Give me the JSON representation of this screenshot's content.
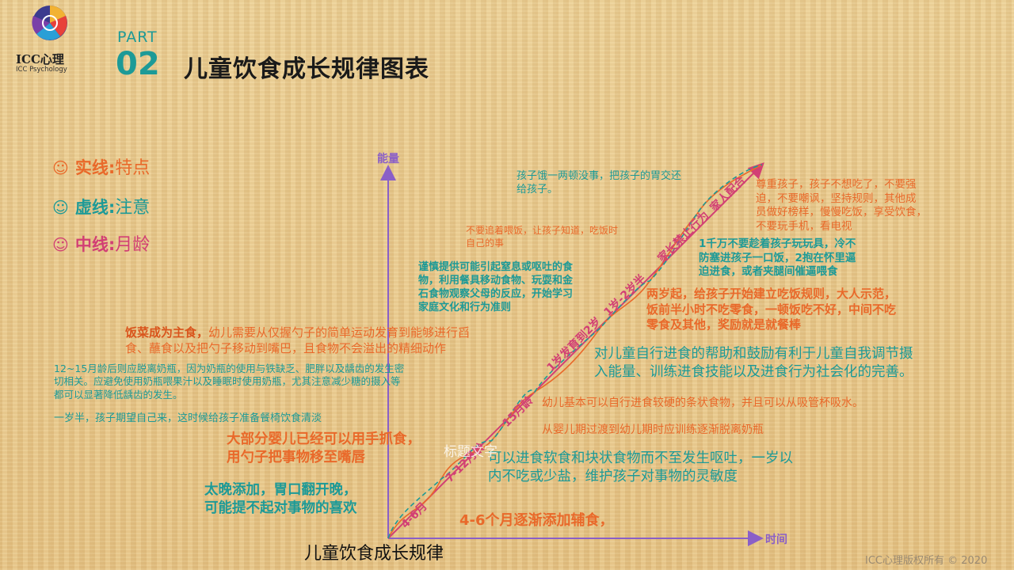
{
  "logo": {
    "name": "ICC心理",
    "sub": "ICC Psychology"
  },
  "header": {
    "part_label": "PART",
    "part_num": "02",
    "title": "儿童饮食成长规律图表"
  },
  "legend": [
    {
      "icon": "smiley-icon",
      "term": "实线",
      "meaning": "特点"
    },
    {
      "icon": "smiley-icon",
      "term": "虚线",
      "meaning": "注意"
    },
    {
      "icon": "smiley-icon",
      "term": "中线",
      "meaning": "月龄"
    }
  ],
  "axes": {
    "y_label": "能量",
    "x_label": "时间",
    "title": "儿童饮食成长规律"
  },
  "stages": [
    {
      "label": "4-6月"
    },
    {
      "label": "7-12月龄"
    },
    {
      "label": "15月龄"
    },
    {
      "label": "1岁发育到2岁"
    },
    {
      "label": "1岁-2岁半"
    },
    {
      "label": "家长禁止行为"
    },
    {
      "label": "家人配合"
    }
  ],
  "notes": {
    "n1": "孩子饿一两顿没事，把孩子的胃交还\n给孩子。",
    "n2": "尊重孩子，孩子不想吃了，不要强\n迫，不要嘲讽，坚持规则，其他成\n员做好榜样，慢慢吃饭，享受饮食，\n不要玩手机，看电视",
    "n3": "不要追着喂饭，让孩子知道，吃饭时\n自己的事",
    "n4": "1千万不要趁着孩子玩玩具，冷不\n防塞进孩子一口饭，2抱在怀里逼\n迫进食，或者夹腿间催逼喂食",
    "n5": "谨慎提供可能引起窒息或呕吐的食\n物，利用餐具移动食物、玩耍和金\n石食物观察父母的反应，开始学习\n家庭文化和行为准则",
    "n6": "两岁起，给孩子开始建立吃饭规则，大人示范，\n饭前半小时不吃零食，一顿饭吃不好，中间不吃\n零食及其他，奖励就是就餐棒",
    "n7_bold": "饭菜成为主食，",
    "n7_rest": "幼儿需要从仅握勺子的简单运动发育到能够进行舀\n食、蘸食以及把勺子移动到嘴巴，且食物不会溢出的精细动作",
    "n8": "对儿童自行进食的帮助和鼓励有利于儿童自我调节摄\n入能量、训练进食技能以及进食行为社会化的完善。",
    "n9": "12~15月龄后则应脱离奶瓶，因为奶瓶的使用与铁缺乏、肥胖以及龋齿的发生密\n切相关。应避免使用奶瓶喂果汁以及睡眠时使用奶瓶，尤其注意减少糖的摄入等\n都可以显著降低龋齿的发生。",
    "n10": "幼儿基本可以自行进食较硬的条状食物，并且可以从吸管杯吸水。",
    "n11": "一岁半，孩子期望自己来，这时候给孩子准备餐椅饮食清淡",
    "n12": "从婴儿期过渡到幼儿期时应训练逐渐脱离奶瓶",
    "n13": "大部分婴儿已经可以用手抓食，\n用勺子把事物移至嘴唇",
    "n14": "可以进食软食和块状食物而不至发生呕吐，一岁以\n内不吃或少盐，维护孩子对事物的灵敏度",
    "n15": "太晚添加，胃口翻开晚，\n可能提不起对事物的喜欢",
    "n16": "4-6个月逐渐添加辅食，"
  },
  "watermark": "标题文字",
  "copyright": "ICC心理版权所有 © 2020",
  "colors": {
    "teal": "#1d9a97",
    "orange": "#e9692a",
    "magenta": "#d23f74",
    "axis": "#8a5fc7"
  }
}
